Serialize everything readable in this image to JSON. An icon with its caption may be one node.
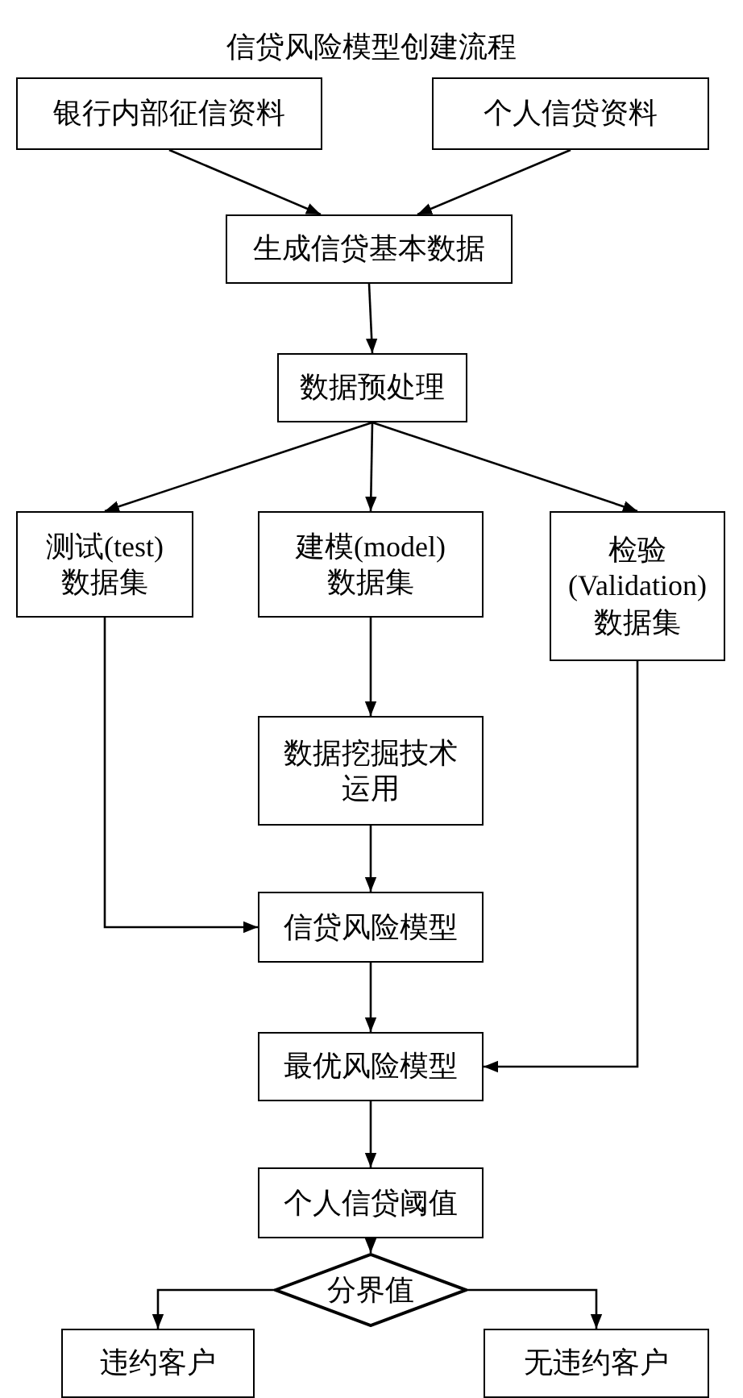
{
  "diagram": {
    "title": "信贷风险模型创建流程",
    "nodes": [
      {
        "text": [
          "银行内部征信资料"
        ]
      },
      {
        "text": [
          "个人信贷资料"
        ]
      },
      {
        "text": [
          "生成信贷基本数据"
        ]
      },
      {
        "text": [
          "数据预处理"
        ]
      },
      {
        "text": [
          "测试(test)数据集"
        ]
      },
      {
        "text": [
          "建模(model)数据集"
        ]
      },
      {
        "text": [
          "检验(Validation)数据集"
        ]
      },
      {
        "text": [
          "数据挖掘技术运用"
        ]
      },
      {
        "text": [
          "信贷风险模型"
        ]
      },
      {
        "text": [
          "最优风险模型"
        ]
      },
      {
        "text": [
          "个人信贷阈值"
        ]
      },
      {
        "text": [
          "分界值"
        ]
      },
      {
        "text": [
          "违约客户"
        ]
      },
      {
        "text": [
          "无违约客户"
        ]
      }
    ],
    "edges": [
      {
        "from": 0,
        "to": 2,
        "arrow": "to"
      },
      {
        "from": 1,
        "to": 2,
        "arrow": "to"
      },
      {
        "from": 2,
        "to": 3,
        "arrow": "to"
      },
      {
        "from": 3,
        "to": 4,
        "arrow": "to"
      },
      {
        "from": 3,
        "to": 5,
        "arrow": "to"
      },
      {
        "from": 3,
        "to": 6,
        "arrow": "to"
      },
      {
        "from": 5,
        "to": 7,
        "arrow": "to"
      },
      {
        "from": 7,
        "to": 8,
        "arrow": "to"
      },
      {
        "from": 4,
        "to": 8,
        "arrow": "to"
      },
      {
        "from": 8,
        "to": 9,
        "arrow": "to"
      },
      {
        "from": 6,
        "to": 9,
        "arrow": "to"
      },
      {
        "from": 9,
        "to": 10,
        "arrow": "to"
      },
      {
        "from": 10,
        "to": 11,
        "arrow": "to"
      },
      {
        "from": 11,
        "to": 12,
        "arrow": "to"
      },
      {
        "from": 11,
        "to": 13,
        "arrow": "to"
      }
    ]
  }
}
